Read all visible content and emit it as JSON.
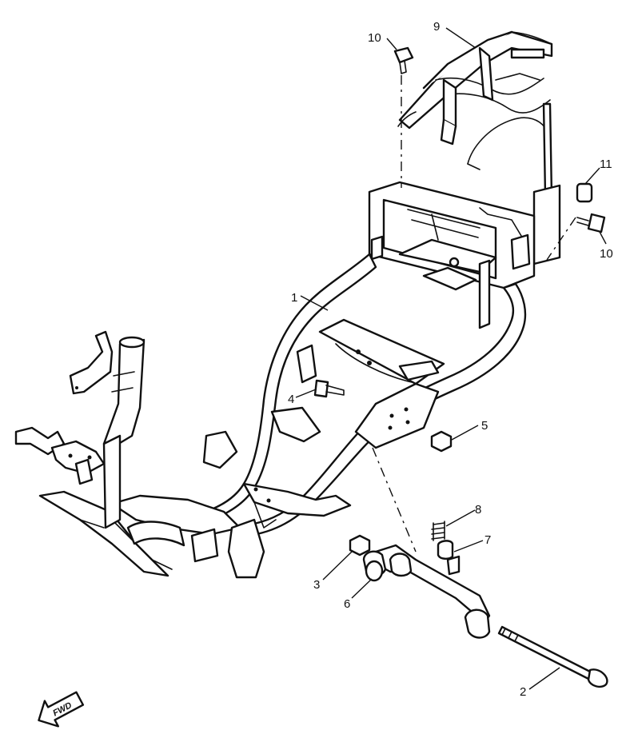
{
  "callouts": [
    {
      "id": "1",
      "text": "1"
    },
    {
      "id": "2",
      "text": "2"
    },
    {
      "id": "3",
      "text": "3"
    },
    {
      "id": "4",
      "text": "4"
    },
    {
      "id": "5",
      "text": "5"
    },
    {
      "id": "6",
      "text": "6"
    },
    {
      "id": "7",
      "text": "7"
    },
    {
      "id": "8",
      "text": "8"
    },
    {
      "id": "9",
      "text": "9"
    },
    {
      "id": "10a",
      "text": "10"
    },
    {
      "id": "10b",
      "text": "10"
    },
    {
      "id": "11",
      "text": "11"
    }
  ],
  "fwd_badge": {
    "text": "FWD"
  }
}
